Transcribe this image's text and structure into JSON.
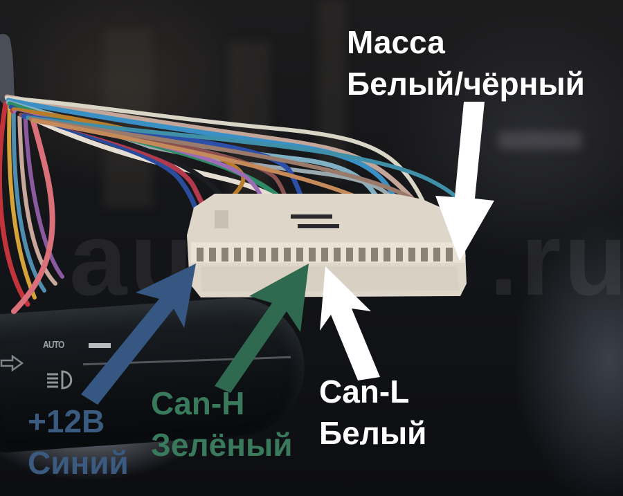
{
  "image": {
    "description": "Wiring harness connector photo with pin annotations",
    "dashboard_markings": {
      "auto_switch_text": "AUTO"
    }
  },
  "annotations": [
    {
      "id": "ground",
      "title": "Масса",
      "wire_color": "Белый/чёрный",
      "label_color": "#ffffff",
      "arrow_color": "#ffffff",
      "arrow_direction": "down"
    },
    {
      "id": "can_low",
      "title": "Can-L",
      "wire_color": "Белый",
      "label_color": "#ffffff",
      "arrow_color": "#ffffff",
      "arrow_direction": "up-left"
    },
    {
      "id": "can_high",
      "title": "Can-H",
      "wire_color": "Зелёный",
      "label_color": "#3a7a5c",
      "arrow_color": "#2f6a50",
      "arrow_direction": "up-right"
    },
    {
      "id": "power_12v",
      "title": "+12В",
      "wire_color": "Синий",
      "label_color": "#3a5a80",
      "arrow_color": "#355782",
      "arrow_direction": "up-right"
    }
  ]
}
